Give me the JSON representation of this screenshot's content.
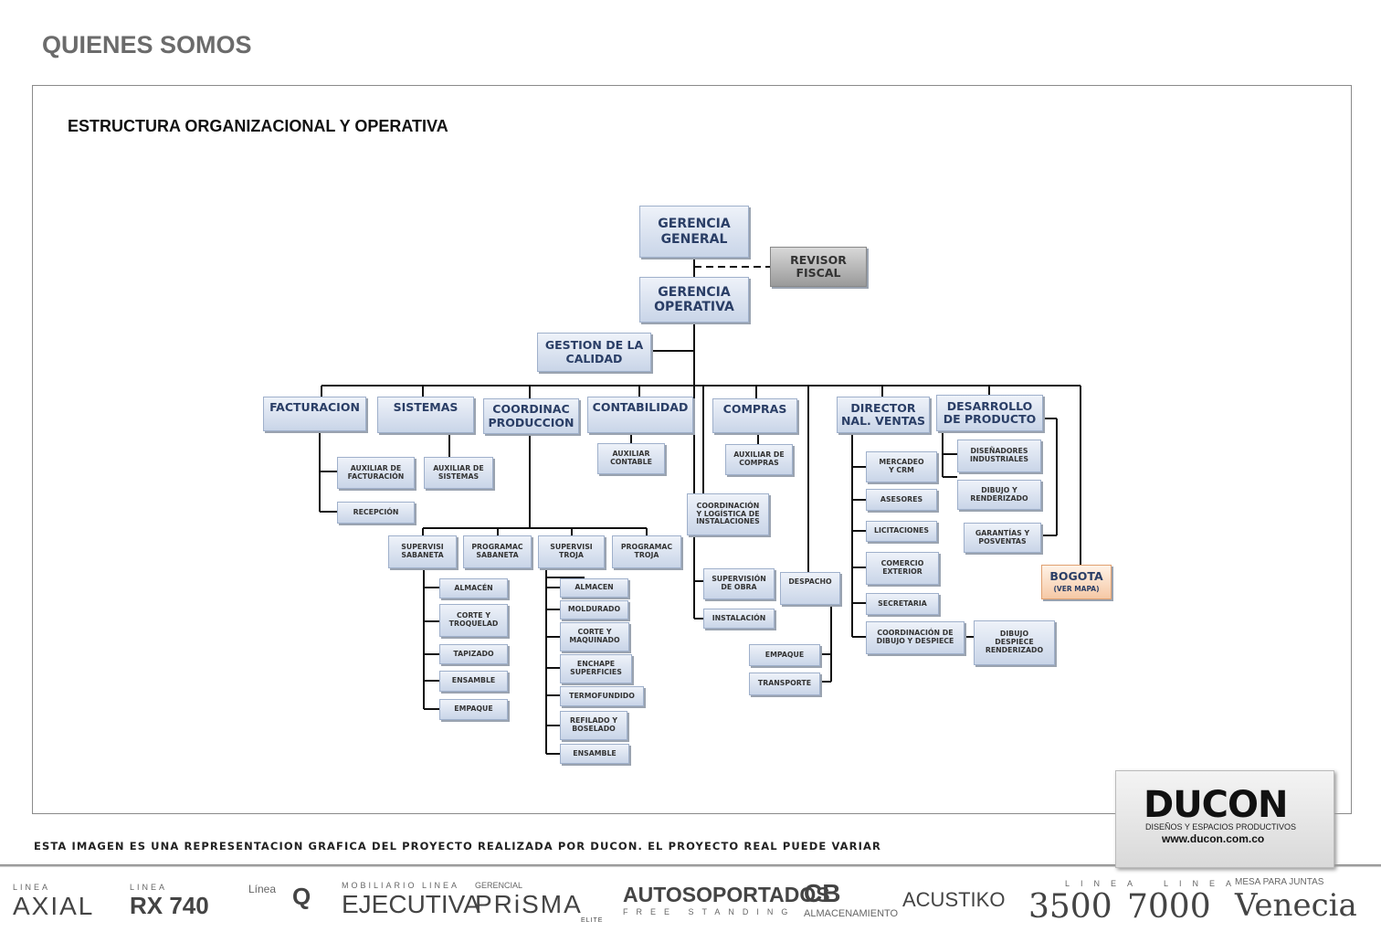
{
  "header": {
    "title": "QUIENES SOMOS",
    "subtitle": "ESTRUCTURA ORGANIZACIONAL Y OPERATIVA"
  },
  "nodes": {
    "gerencia_general": "GERENCIA\nGENERAL",
    "revisor_fiscal": "REVISOR\nFISCAL",
    "gerencia_operativa": "GERENCIA\nOPERATIVA",
    "gestion_calidad": "GESTION DE LA\nCALIDAD",
    "facturacion": "FACTURACION",
    "sistemas": "SISTEMAS",
    "coordinac_produccion": "COORDINAC\nPRODUCCION",
    "contabilidad": "CONTABILIDAD",
    "compras": "COMPRAS",
    "director_ventas": "DIRECTOR\nNAL. VENTAS",
    "desarrollo_producto": "DESARROLLO\nDE PRODUCTO",
    "aux_facturacion": "AUXILIAR DE\nFACTURACIÓN",
    "recepcion": "RECEPCIÓN",
    "aux_sistemas": "AUXILIAR DE\nSISTEMAS",
    "aux_contable": "AUXILIAR\nCONTABLE",
    "aux_compras": "AUXILIAR DE\nCOMPRAS",
    "coord_logistica": "COORDINACIÓN\nY LOGÍSTICA DE\nINSTALACIONES",
    "supervision_obra": "SUPERVISIÓN\nDE OBRA",
    "instalacion": "INSTALACIÓN",
    "despacho": "DESPACHO",
    "empaque_desp": "EMPAQUE",
    "transporte": "TRANSPORTE",
    "mercadeo": "MERCADEO\nY CRM",
    "asesores": "ASESORES",
    "licitaciones": "LICITACIONES",
    "comercio_exterior": "COMERCIO\nEXTERIOR",
    "secretaria": "SECRETARIA",
    "coord_dibujo": "COORDINACIÓN DE\nDIBUJO Y DESPIECE",
    "dibujo_despiece": "DIBUJO\nDESPIECE\nRENDERIZADO",
    "disenadores": "DISEÑADORES\nINDUSTRIALES",
    "dibujo_render": "DIBUJO Y\nRENDERIZADO",
    "garantias": "GARANTÍAS Y\nPOSVENTAS",
    "bogota": "BOGOTA",
    "bogota_sub": "(VER MAPA)",
    "superv_sabaneta": "SUPERVISI\nSABANETA",
    "program_sabaneta": "PROGRAMAC\nSABANETA",
    "superv_troja": "SUPERVISI\nTROJA",
    "program_troja": "PROGRAMAC\nTROJA",
    "s_almacen": "ALMACÉN",
    "s_corte": "CORTE Y\nTROQUELAD",
    "s_tapizado": "TAPIZADO",
    "s_ensamble": "ENSAMBLE",
    "s_empaque": "EMPAQUE",
    "t_almacen": "ALMACEN",
    "t_moldurado": "MOLDURADO",
    "t_corte": "CORTE Y\nMAQUINADO",
    "t_enchape": "ENCHAPE\nSUPERFICIES",
    "t_termofundido": "TERMOFUNDIDO",
    "t_refilado": "REFILADO Y\nBOSELADO",
    "t_ensamble": "ENSAMBLE"
  },
  "footer": {
    "disclaimer": "ESTA IMAGEN ES UNA REPRESENTACION GRAFICA DEL PROYECTO REALIZADA POR DUCON. EL PROYECTO REAL PUEDE VARIAR",
    "logo": "DUCON",
    "logo_tagline": "DISEÑOS Y ESPACIOS PRODUCTIVOS",
    "logo_url": "www.ducon.com.co"
  },
  "brands": {
    "axial_small": "LINEA",
    "axial": "AXIAL",
    "rx_small": "LINEA",
    "rx": "RX 740",
    "q_small": "Línea",
    "q": "Q",
    "ejecutiva_small": "MOBILIARIO LINEA",
    "ejecutiva": "EJECUTIVA",
    "prisma_small": "GERENCIAL",
    "prisma": "PRiSMA",
    "prisma_sub": "ELITE",
    "auto": "AUTOSOPORTADOS",
    "auto_sub": "FREE STANDING",
    "cb": "CB",
    "cb_sub": "ALMACENAMIENTO",
    "acustiko": "ACUSTIKO",
    "l3500": "3500",
    "l3500_small": "LINEA",
    "l7000": "7000",
    "l7000_small": "LINEA",
    "venecia_small": "MESA PARA JUNTAS",
    "venecia": "Venecia"
  }
}
